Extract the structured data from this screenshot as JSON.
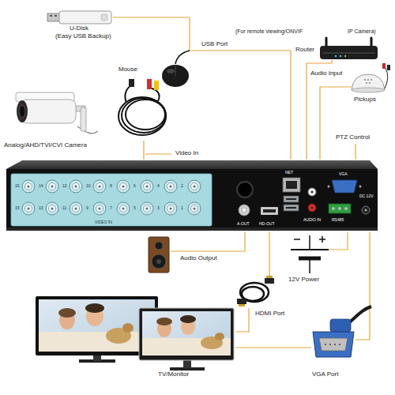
{
  "diagram": {
    "labels": [
      "U-Disk",
      "(Easy USB Backup)",
      "Mouse",
      "USB Port",
      "(For remote viewing/ONVIF",
      "IP Camera)",
      "Router",
      "Audio Input",
      "Pickups",
      "Analog/AHD/TVI/CVI Camera",
      "Video In",
      "PTZ Control",
      "Audio Output",
      "12V Power",
      "HDMI Port",
      "TV/Monitor",
      "VGA Port",
      "VIDEO IN",
      "NET",
      "VGA",
      "DC 12V",
      "AUDIO IN",
      "A-OUT",
      "HD-OUT",
      "RS485",
      "16",
      "14",
      "12",
      "10",
      "8",
      "6",
      "4",
      "2",
      "15",
      "13",
      "11",
      "9",
      "7",
      "5",
      "3",
      "1"
    ]
  }
}
